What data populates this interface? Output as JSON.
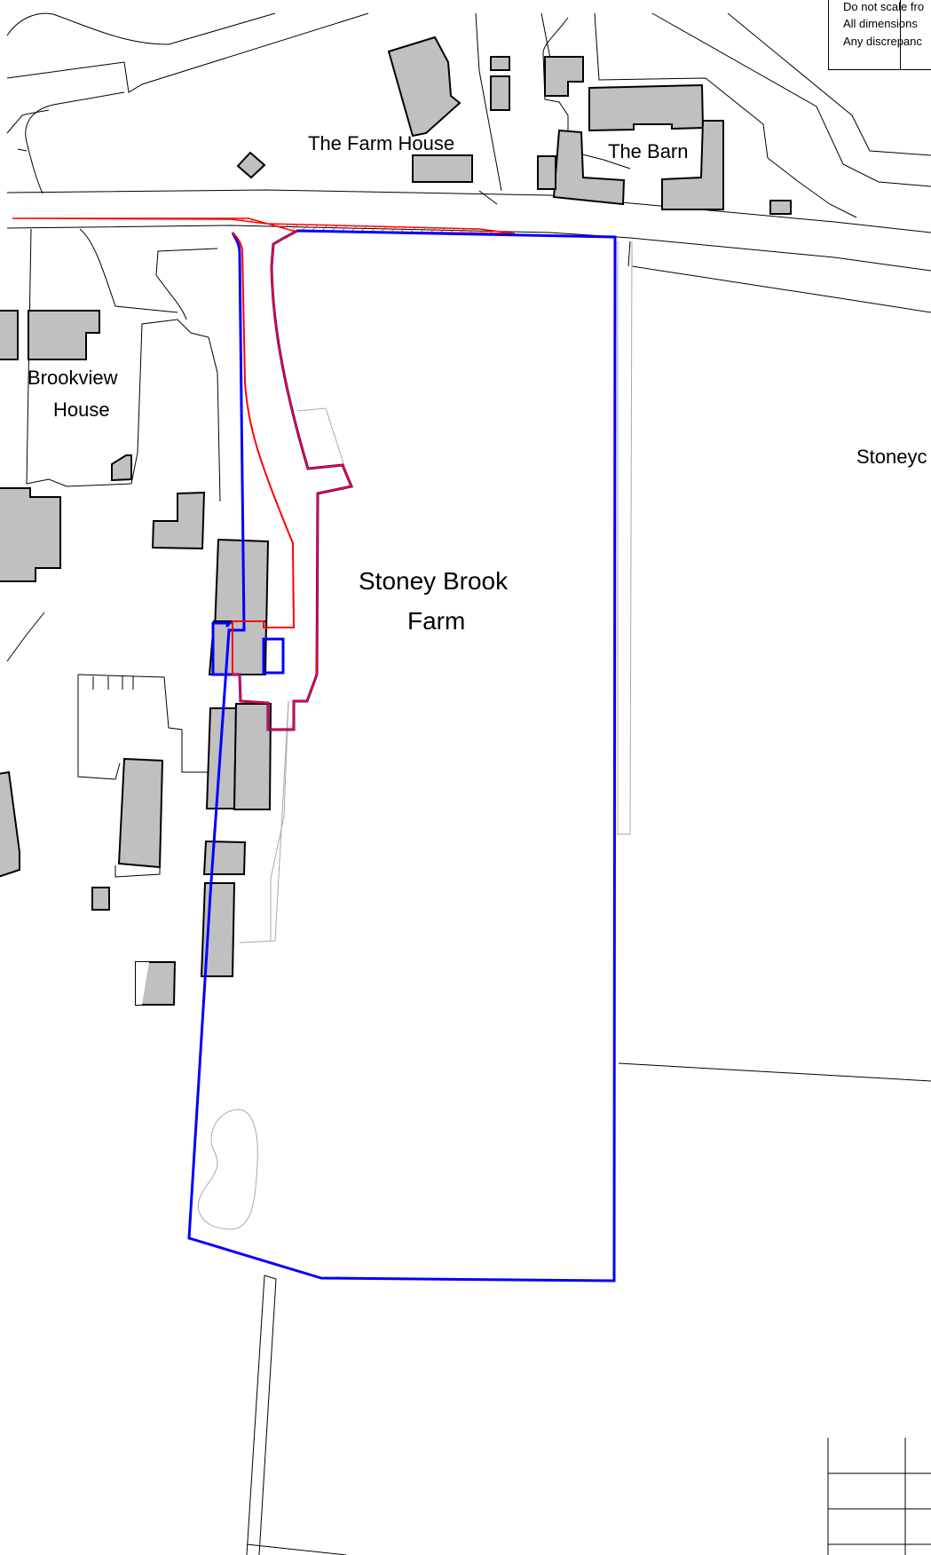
{
  "map": {
    "labels": {
      "farm_house": "The Farm House",
      "barn": "The Barn",
      "brookview_line1": "Brookview",
      "brookview_line2": "House",
      "stoney_brook_line1": "Stoney Brook",
      "stoney_brook_line2": "Farm",
      "stoneyc": "Stoneyc"
    },
    "notes": [
      "Do not scale fro",
      "All dimensions",
      "Any discrepanc"
    ],
    "colors": {
      "building_fill": "#c0c0c0",
      "site_boundary": "#0000ff",
      "access_boundary": "#ff0000",
      "linework": "#000000",
      "faint_line": "#aaaaaa"
    }
  }
}
